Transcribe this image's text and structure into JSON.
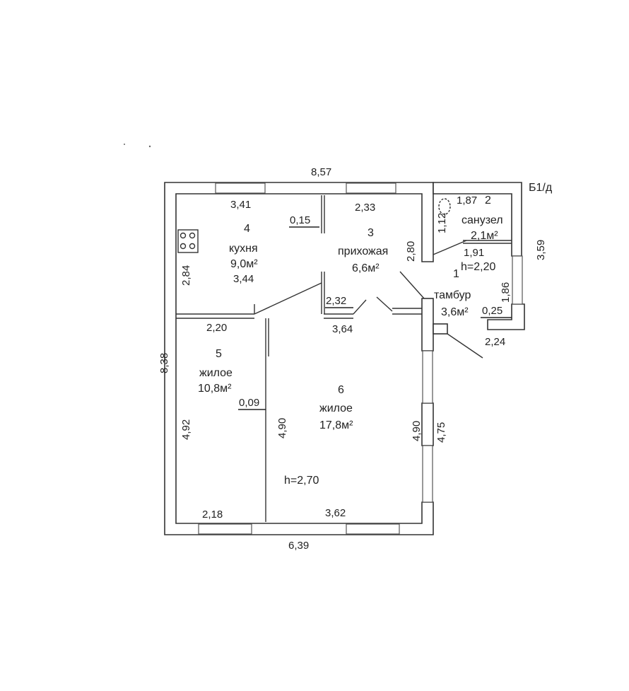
{
  "plan": {
    "sheet_code": "Б1/д",
    "ceiling_main": "h=2,70",
    "ceiling_tambur": "h=2,20"
  },
  "rooms": [
    {
      "num": "1",
      "name": "тамбур",
      "area": "3,6м²"
    },
    {
      "num": "2",
      "name": "санузел",
      "area": "2,1м²"
    },
    {
      "num": "3",
      "name": "прихожая",
      "area": "6,6м²"
    },
    {
      "num": "4",
      "name": "кухня",
      "area": "9,0м²"
    },
    {
      "num": "5",
      "name": "жилое",
      "area": "10,8м²"
    },
    {
      "num": "6",
      "name": "жилое",
      "area": "17,8м²"
    }
  ],
  "dimensions": {
    "top_total": "8,57",
    "left_total": "8,38",
    "bottom_total": "6,39",
    "kitchen_width": "3,41",
    "kitchen_depth": "2,84",
    "kitchen_length": "3,44",
    "kitchen_partition": "0,15",
    "hall_width": "2,33",
    "hall_depth": "2,80",
    "hall_step": "2,32",
    "room5_width_top": "2,20",
    "room5_width_bottom": "2,18",
    "room5_depth": "4,92",
    "room6_width_top": "3,64",
    "room6_width_bottom": "3,62",
    "room6_depth_left": "4,90",
    "room6_depth_right": "4,90",
    "right_wall": "4,75",
    "partition_thickness": "0,09",
    "wc_width": "1,87",
    "wc_depth": "1,12",
    "tambur_width": "1,91",
    "tambur_depth": "1,86",
    "tambur_bottom": "2,24",
    "tambur_step": "0,25",
    "outer_right": "3,59"
  }
}
